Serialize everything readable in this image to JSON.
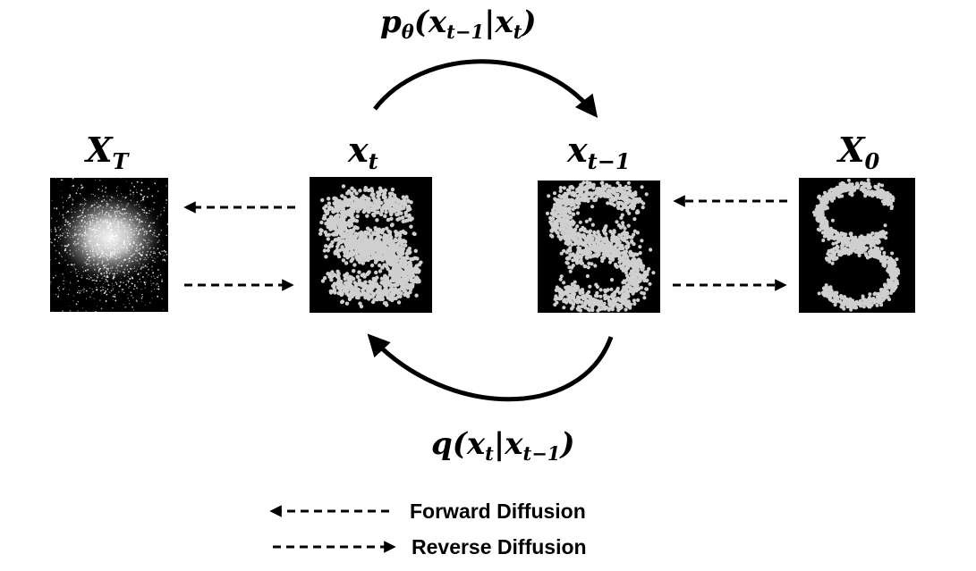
{
  "diagram": {
    "colors": {
      "background": "#ffffff",
      "ink": "#000000",
      "panel": "#000000",
      "particle": "#cfcfcf",
      "noise_glow": "#f2f2f2"
    },
    "panels": [
      {
        "id": "xT",
        "label_base": "X",
        "label_sub": "T",
        "content": "gaussian noise cloud"
      },
      {
        "id": "xt",
        "label_base": "x",
        "label_sub": "t",
        "content": "partially noised S"
      },
      {
        "id": "xt1",
        "label_base": "x",
        "label_sub": "t−1",
        "content": "less noised S"
      },
      {
        "id": "x0",
        "label_base": "X",
        "label_sub": "0",
        "content": "clean S"
      }
    ],
    "top_formula": {
      "fn": "p",
      "fn_sub": "θ",
      "open": "(",
      "a_base": "x",
      "a_sub": "t−1",
      "bar": "|",
      "b_base": "x",
      "b_sub": "t",
      "close": ")"
    },
    "bottom_formula": {
      "fn": "q",
      "open": "(",
      "a_base": "x",
      "a_sub": "t",
      "bar": "|",
      "b_base": "x",
      "b_sub": "t−1",
      "close": ")"
    },
    "legend": [
      {
        "direction": "left",
        "label": "Forward Diffusion"
      },
      {
        "direction": "right",
        "label": "Reverse Diffusion"
      }
    ]
  }
}
